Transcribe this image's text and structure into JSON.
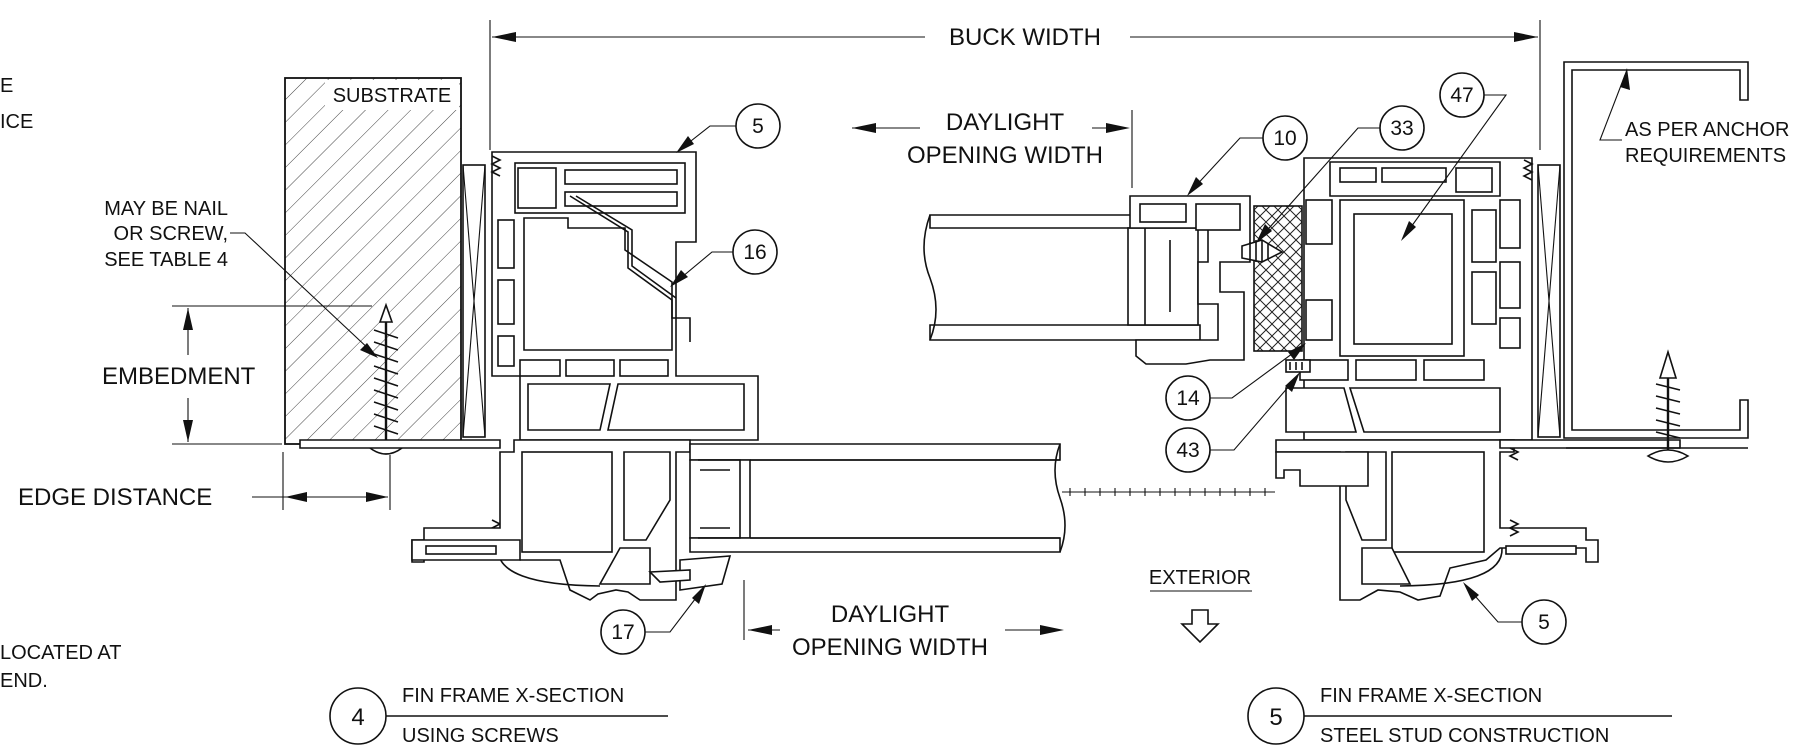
{
  "labels": {
    "buck_width": "BUCK WIDTH",
    "substrate": "SUBSTRATE",
    "nail_1": "MAY BE NAIL",
    "nail_2": "OR SCREW,",
    "nail_3": "SEE TABLE 4",
    "embedment": "EMBEDMENT",
    "edge_distance": "EDGE DISTANCE",
    "daylight_top_1": "DAYLIGHT",
    "daylight_top_2": "OPENING WIDTH",
    "daylight_bottom_1": "DAYLIGHT",
    "daylight_bottom_2": "OPENING WIDTH",
    "anchor_1": "AS PER ANCHOR",
    "anchor_2": "REQUIREMENTS",
    "exterior": "EXTERIOR",
    "frag_e": "E",
    "frag_ice": "ICE",
    "frag_located": "LOCATED AT",
    "frag_end": "END."
  },
  "callouts": {
    "c5_top": "5",
    "c16": "16",
    "c10": "10",
    "c33": "33",
    "c47": "47",
    "c14": "14",
    "c43": "43",
    "c17": "17",
    "c5_bottom": "5"
  },
  "titles": {
    "left": {
      "number": "4",
      "line1": "FIN FRAME X-SECTION",
      "line2": "USING SCREWS"
    },
    "right": {
      "number": "5",
      "line1": "FIN FRAME X-SECTION",
      "line2": "STEEL STUD CONSTRUCTION"
    }
  }
}
